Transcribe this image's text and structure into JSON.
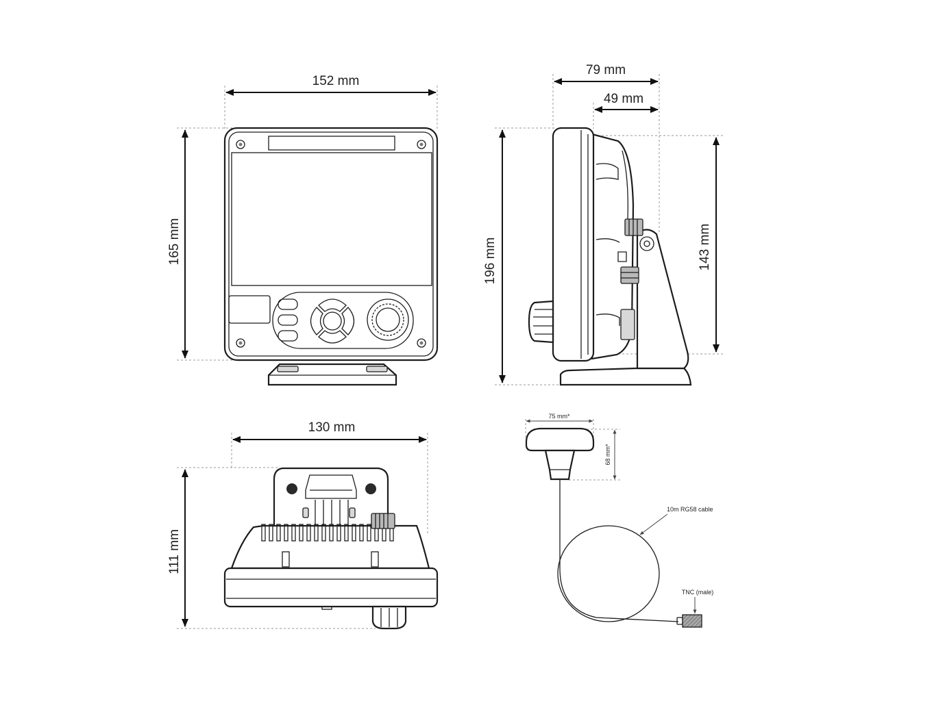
{
  "dimensions": {
    "front_width": "152 mm",
    "front_height": "165 mm",
    "side_depth_total": "79 mm",
    "side_depth_body": "49 mm",
    "side_height_with_bracket": "196 mm",
    "side_height_body": "143 mm",
    "top_width": "130 mm",
    "top_depth": "111 mm"
  },
  "antenna": {
    "diameter": "75 mm*",
    "height": "68 mm*",
    "cable_label": "10m RG58 cable",
    "connector_label": "TNC (male)"
  }
}
